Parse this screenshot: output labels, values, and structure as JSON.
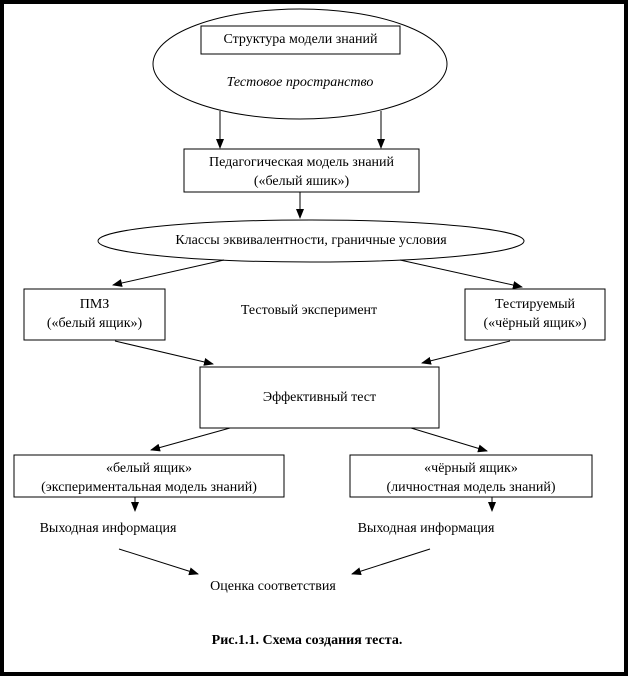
{
  "frame": {
    "background": "#ffffff",
    "border_color": "#000000",
    "line_color": "#000000"
  },
  "diagram": {
    "top_ellipse": {
      "box_label": "Структура модели знаний",
      "italic_label": "Тестовое пространство"
    },
    "pedagogical_model": {
      "line1": "Педагогическая модель знаний",
      "line2": "(«белый яшик»)"
    },
    "equivalence_ellipse": {
      "label": "Классы эквивалентности, граничные условия"
    },
    "pmz_box": {
      "line1": "ПМЗ",
      "line2": "(«белый ящик»)"
    },
    "test_experiment_label": "Тестовый эксперимент",
    "testee_box": {
      "line1": "Тестируемый",
      "line2": "(«чёрный ящик»)"
    },
    "effective_test_box": {
      "label": "Эффективный тест"
    },
    "white_box": {
      "line1": "«белый ящик»",
      "line2": "(экспериментальная модель знаний)"
    },
    "black_box": {
      "line1": "«чёрный ящик»",
      "line2": "(личностная модель знаний)"
    },
    "output_left_label": "Выходная информация",
    "output_right_label": "Выходная информация",
    "evaluation_label": "Оценка соответствия",
    "caption": "Рис.1.1. Схема создания теста."
  }
}
